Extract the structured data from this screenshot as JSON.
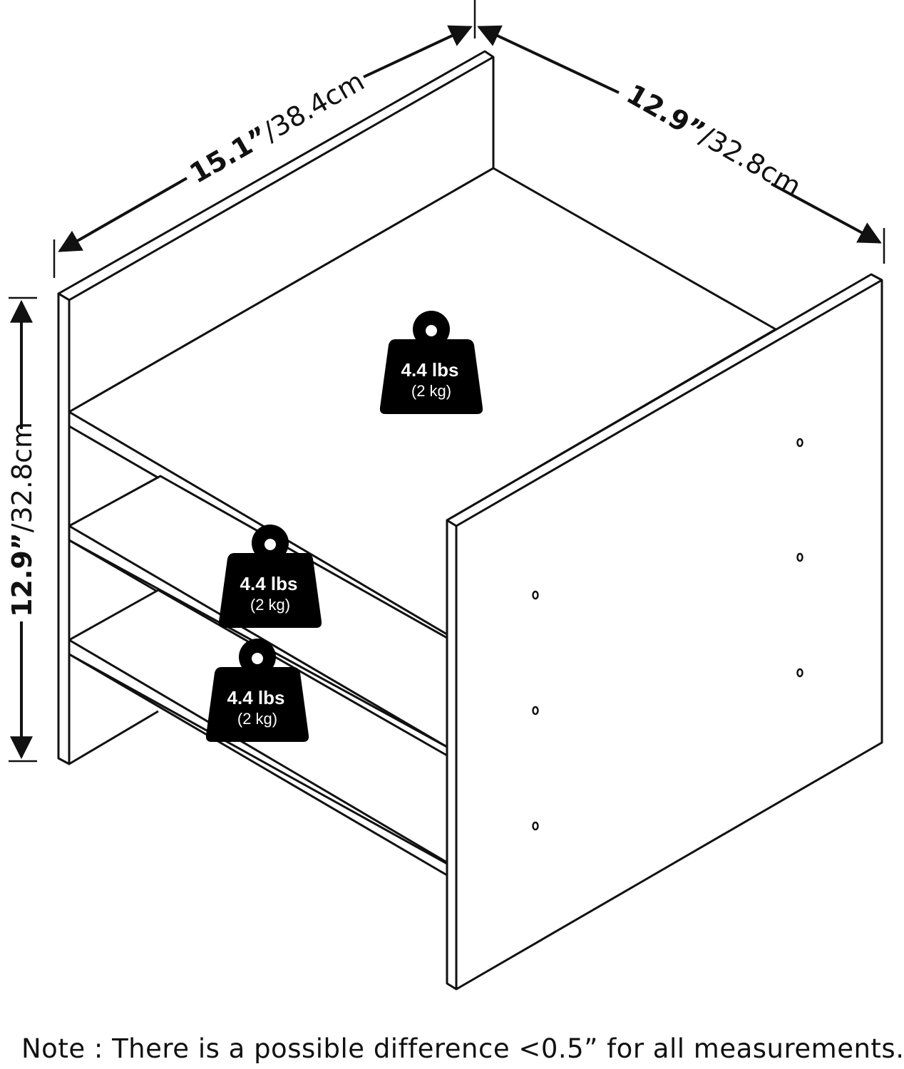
{
  "dimensions": {
    "width": {
      "bold": "15.1”",
      "rest": "/38.4cm"
    },
    "depth": {
      "bold": "12.9”",
      "rest": "/32.8cm"
    },
    "height": {
      "bold": "12.9”",
      "rest": "/32.8cm"
    }
  },
  "weights": [
    {
      "lbs": "4.4 lbs",
      "kg": "(2 kg)"
    },
    {
      "lbs": "4.4 lbs",
      "kg": "(2 kg)"
    },
    {
      "lbs": "4.4 lbs",
      "kg": "(2 kg)"
    }
  ],
  "note": "Note : There is a possible difference <0.5” for all measurements.",
  "colors": {
    "line": "#111111",
    "weight_fill": "#000000",
    "weight_text": "#ffffff"
  }
}
